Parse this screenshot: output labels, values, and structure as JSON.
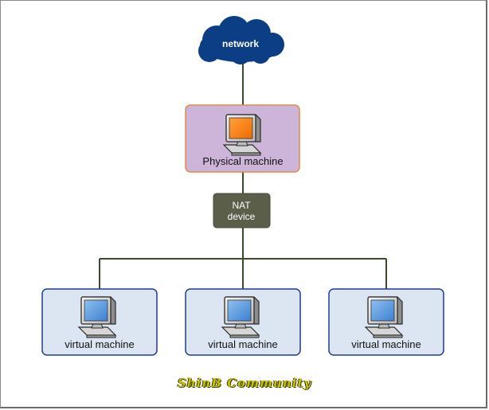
{
  "diagram": {
    "network_label": "network",
    "physical_label": "Physical machine",
    "nat_line1": "NAT",
    "nat_line2": "device",
    "virtual_machines": [
      {
        "label": "virtual machine"
      },
      {
        "label": "virtual machine"
      },
      {
        "label": "virtual machine"
      }
    ]
  },
  "watermark": "ShinB Community",
  "colors": {
    "cloud": "#0b3e84",
    "physical_fill": "#cdb5d9",
    "physical_border": "#e3874b",
    "nat_fill": "#5b5f4a",
    "vm_fill": "#dce6f3",
    "vm_border": "#1f3f87",
    "connector": "#3c4a2c",
    "watermark": "#c9c400"
  },
  "icons": {
    "network": "cloud-icon",
    "physical": "computer-monitor-icon-orange",
    "virtual": "computer-monitor-icon-blue"
  }
}
